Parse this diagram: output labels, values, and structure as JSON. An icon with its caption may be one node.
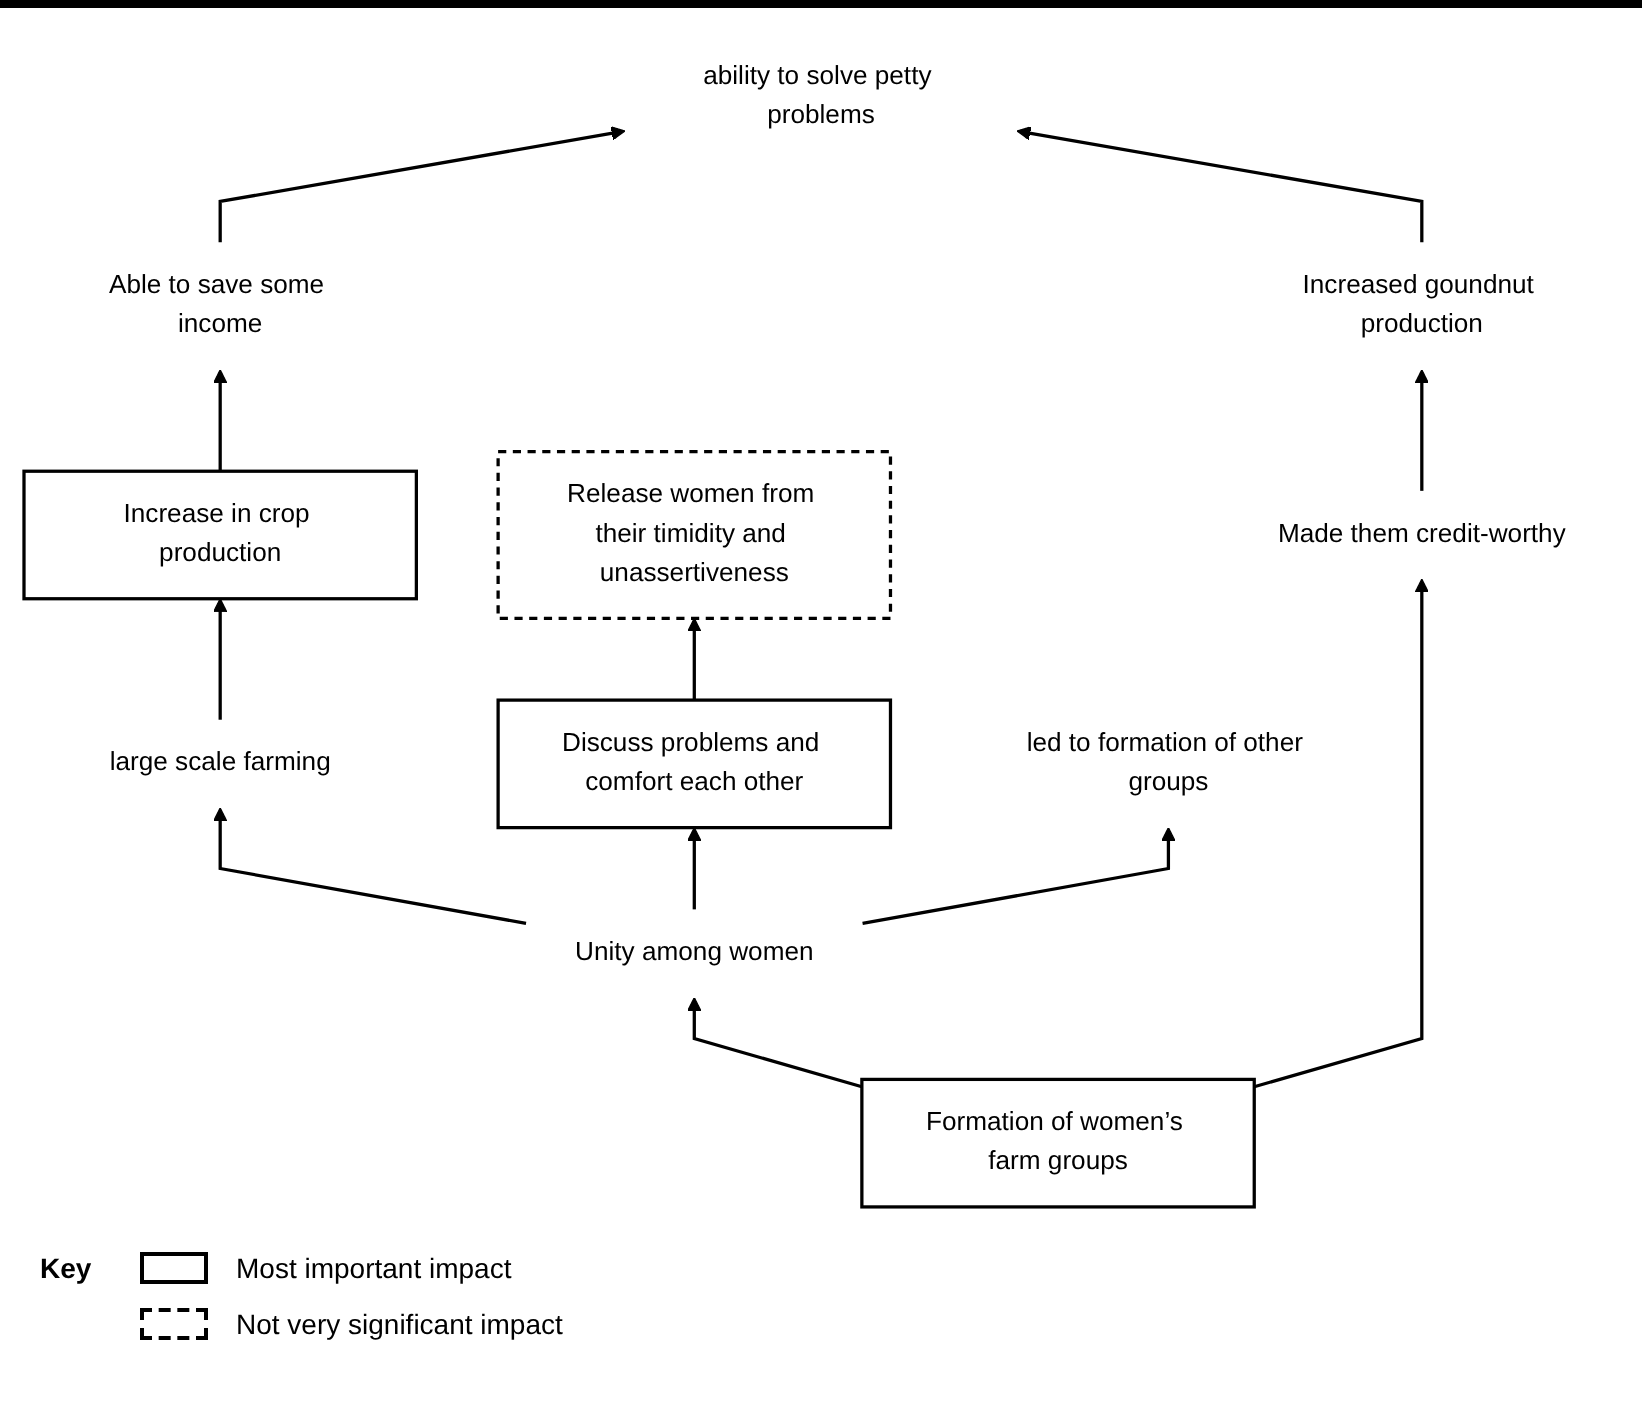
{
  "diagram": {
    "nodes": [
      {
        "text": [
          "Able to save some income"
        ]
      },
      {
        "text": [
          "Increase in crop production"
        ]
      },
      {
        "text": [
          "Release women from their timidity and unassertiveness"
        ]
      },
      {
        "text": [
          "ability to solve petty problems"
        ]
      },
      {
        "text": [
          "large scale farming"
        ]
      },
      {
        "text": [
          "Discuss problems and comfort each other"
        ]
      },
      {
        "text": [
          "Increased goundnut production"
        ]
      },
      {
        "text": [
          "led to formation of other groups"
        ]
      },
      {
        "text": [
          "Made them credit-worthy"
        ]
      },
      {
        "text": [
          "Unity among women"
        ]
      },
      {
        "text": [
          "Formation of women’s farm groups"
        ]
      }
    ],
    "edges": [
      {
        "from": 1,
        "to": 0,
        "arrow": "to"
      },
      {
        "from": 0,
        "to": 3,
        "arrow": "to"
      },
      {
        "from": 6,
        "to": 3,
        "arrow": "to"
      },
      {
        "from": 8,
        "to": 6,
        "arrow": "to"
      },
      {
        "from": 10,
        "to": 8,
        "arrow": "to"
      },
      {
        "from": 10,
        "to": 9,
        "arrow": "to"
      },
      {
        "from": 9,
        "to": 7,
        "arrow": "to"
      },
      {
        "from": 9,
        "to": 5,
        "arrow": "to"
      },
      {
        "from": 9,
        "to": 4,
        "arrow": "to"
      },
      {
        "from": 5,
        "to": 2,
        "arrow": "to"
      },
      {
        "from": 4,
        "to": 1,
        "arrow": "to"
      }
    ],
    "labels": [
      "Key"
    ],
    "legend": [
      {
        "text": "Most important impact"
      },
      {
        "text": "Not very significant impact"
      }
    ]
  }
}
